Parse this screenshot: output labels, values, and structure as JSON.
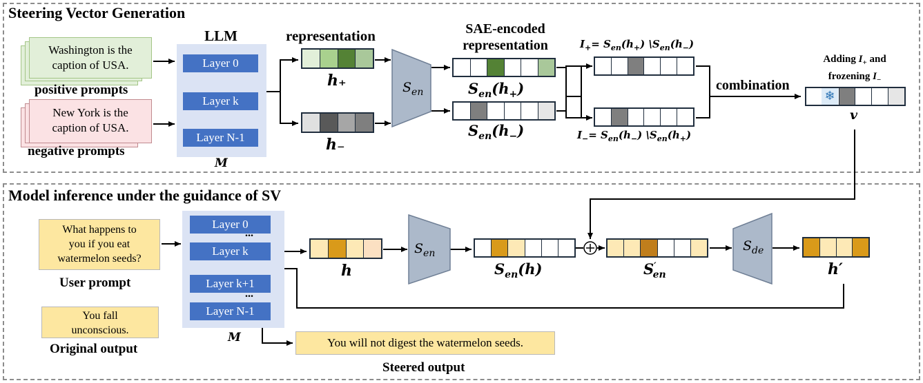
{
  "top": {
    "title": "Steering Vector Generation",
    "llm_title": "LLM",
    "model_symbol": "M",
    "layers": [
      "Layer 0",
      "Layer k",
      "Layer N-1"
    ],
    "positive_prompt": [
      "Washington is the",
      "caption of USA."
    ],
    "positive_label": "positive prompts",
    "negative_prompt": [
      "New York is the",
      "caption of USA."
    ],
    "negative_label": "negative prompts",
    "representation_label": "representation",
    "h_plus": "h₊",
    "h_minus": "h₋",
    "encoder": "Sen",
    "sae_label": [
      "SAE-encoded",
      "representation"
    ],
    "sen_hplus": "Sen(h₊)",
    "sen_hminus": "Sen(h₋)",
    "i_plus": "I₊= Sen(h₊) \\Sen(h₋)",
    "i_minus": "I₋= Sen(h₋) \\Sen(h₊)",
    "combination": "combination",
    "adding_label": [
      "Adding I₊ and",
      "frozening I₋"
    ],
    "v_symbol": "v",
    "snowflake": "snowflake-icon",
    "vectors": {
      "h_plus": [
        "#e2efd9",
        "#a9d18e",
        "#548235",
        "#a9c89a"
      ],
      "h_minus": [
        "#e0e0e0",
        "#595959",
        "#a6a6a6",
        "#7f7f7f"
      ],
      "sen_plus": [
        "#ffffff",
        "#ffffff",
        "#548235",
        "#ffffff",
        "#ffffff",
        "#a9c89a"
      ],
      "sen_minus": [
        "#ffffff",
        "#7f7f7f",
        "#ffffff",
        "#ffffff",
        "#ffffff",
        "#e6e6e6"
      ],
      "i_plus": [
        "#ffffff",
        "#ffffff",
        "#7f7f7f",
        "#ffffff",
        "#ffffff",
        "#ffffff"
      ],
      "i_minus": [
        "#ffffff",
        "#7f7f7f",
        "#ffffff",
        "#ffffff",
        "#ffffff",
        "#ffffff"
      ],
      "v": [
        "#ffffff",
        "#ffffff",
        "#7f7f7f",
        "#ffffff",
        "#ffffff",
        "#e6e6e6"
      ]
    }
  },
  "bottom": {
    "title": "Model inference under the  guidance of SV",
    "model_symbol": "M",
    "layers": [
      "Layer 0",
      "Layer k",
      "Layer k+1",
      "Layer N-1"
    ],
    "dots": "...",
    "user_prompt": [
      "What happens to",
      "you if you eat",
      "watermelon seeds?"
    ],
    "user_label": "User prompt",
    "original_output": [
      "You fall",
      "unconscious."
    ],
    "original_label": "Original output",
    "steered_output": "You will not digest the watermelon seeds.",
    "steered_label": "Steered output",
    "h": "h",
    "encoder": "Sen",
    "decoder": "Sde",
    "sen_h": "Sen(h)",
    "s_prime": "S′en",
    "h_prime": "h′",
    "plus": "+",
    "vectors": {
      "h": [
        "#fde9b6",
        "#d99a1a",
        "#fde9b6",
        "#fbe0c2"
      ],
      "sen_h": [
        "#ffffff",
        "#d99a1a",
        "#fde9b6",
        "#ffffff",
        "#ffffff",
        "#ffffff"
      ],
      "s_prime": [
        "#fde9b6",
        "#fde9b6",
        "#c07e1c",
        "#ffffff",
        "#ffffff",
        "#fde9b6"
      ],
      "h_prime": [
        "#d99a1a",
        "#fde9b6",
        "#fde9b6",
        "#d99a1a"
      ]
    }
  }
}
